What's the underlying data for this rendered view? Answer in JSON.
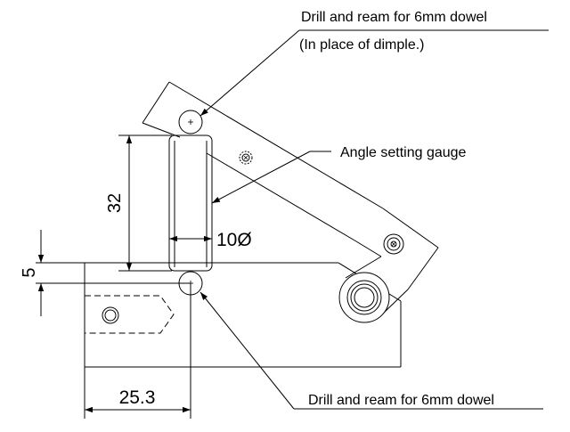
{
  "annotations": {
    "top_dowel_line1": "Drill and ream for 6mm dowel",
    "top_dowel_line2": "(In place of dimple.)",
    "angle_gauge": "Angle setting gauge",
    "bottom_dowel": "Drill and ream for 6mm dowel"
  },
  "dimensions": {
    "gauge_height": "32",
    "dowel_offset": "5",
    "diameter": "10Ø",
    "horizontal_offset": "25.3"
  },
  "colors": {
    "line": "#000000",
    "background": "#ffffff"
  }
}
